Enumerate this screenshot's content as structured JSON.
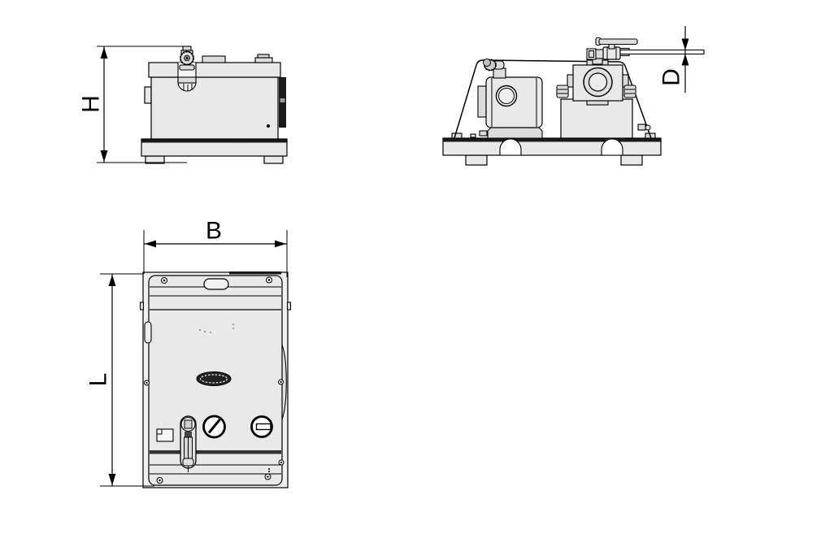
{
  "drawing": {
    "type": "technical-drawing",
    "description": "Three-view orthographic dimensional drawing of a vacuum pump unit mounted on a base plate with feet",
    "views": [
      {
        "id": "front-view",
        "position": "top-left"
      },
      {
        "id": "side-view",
        "position": "top-right"
      },
      {
        "id": "top-view",
        "position": "bottom-left"
      }
    ],
    "dimensions": {
      "height_label": "H",
      "width_label": "B",
      "length_label": "L",
      "diameter_label": "D"
    },
    "colors": {
      "line": "#000000",
      "body_fill": "#e9e9e9",
      "mid_fill": "#dcdcdc",
      "light_fill": "#f4f4f4",
      "white_fill": "#ffffff",
      "dark_fill": "#1a1a1a",
      "background": "#ffffff"
    }
  }
}
